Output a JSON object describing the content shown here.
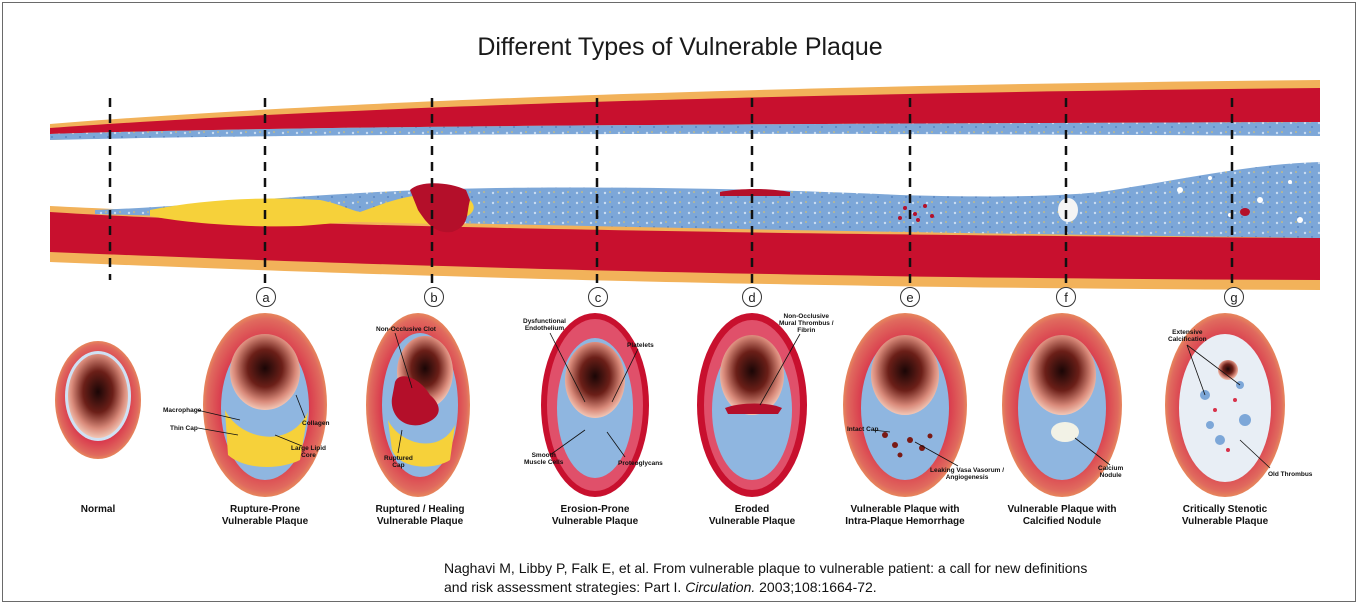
{
  "title": "Different Types of Vulnerable Plaque",
  "markers": [
    "a",
    "b",
    "c",
    "d",
    "e",
    "f",
    "g"
  ],
  "sections": [
    {
      "line1": "Normal",
      "line2": ""
    },
    {
      "line1": "Rupture-Prone",
      "line2": "Vulnerable Plaque"
    },
    {
      "line1": "Ruptured / Healing",
      "line2": "Vulnerable Plaque"
    },
    {
      "line1": "Erosion-Prone",
      "line2": "Vulnerable Plaque"
    },
    {
      "line1": "Eroded",
      "line2": "Vulnerable Plaque"
    },
    {
      "line1": "Vulnerable Plaque with",
      "line2": "Intra-Plaque Hemorrhage"
    },
    {
      "line1": "Vulnerable Plaque with",
      "line2": "Calcified Nodule"
    },
    {
      "line1": "Critically Stenotic",
      "line2": "Vulnerable Plaque"
    }
  ],
  "annotations": {
    "macrophage": "Macrophage",
    "thin_cap": "Thin Cap",
    "collagen": "Collagen",
    "large_lipid_core_1": "Large Lipid",
    "large_lipid_core_2": "Core",
    "non_occlusive_clot": "Non-Occlusive Clot",
    "ruptured_cap_1": "Ruptured",
    "ruptured_cap_2": "Cap",
    "dysfunctional_1": "Dysfunctional",
    "dysfunctional_2": "Endothelium",
    "platelets": "Platelets",
    "smooth_1": "Smooth",
    "smooth_2": "Muscle Cells",
    "proteoglycans": "Proteoglycans",
    "mural_1": "Non-Occlusive",
    "mural_2": "Mural Thrombus /",
    "mural_3": "Fibrin",
    "intact_cap": "Intact Cap",
    "leaking_1": "Leaking Vasa Vasorum /",
    "leaking_2": "Angiogenesis",
    "calcium_1": "Calcium",
    "calcium_2": "Nodule",
    "extensive_1": "Extensive",
    "extensive_2": "Calcification",
    "old_thrombus": "Old Thrombus"
  },
  "citation": {
    "line1": "Naghavi M, Libby P, Falk E, et al. From vulnerable plaque to vulnerable patient: a call for new definitions",
    "line2_pre": "and risk assessment strategies: Part I. ",
    "journal": "Circulation.",
    "line2_post": " 2003;108:1664-72."
  },
  "colors": {
    "media_red": "#c8102e",
    "adventitia": "#f2b25a",
    "lumen_blue": "#7da7d8",
    "lipid_yellow": "#f6d13a",
    "clot_red": "#b40f2a"
  }
}
